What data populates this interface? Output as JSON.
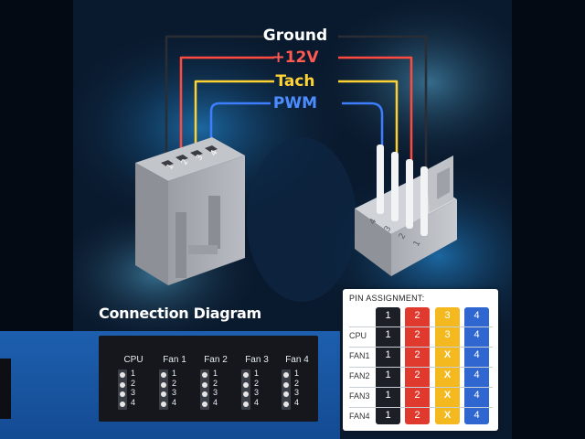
{
  "wire_labels": [
    {
      "text": "Ground",
      "color": "#ffffff"
    },
    {
      "text": "+12V",
      "color": "#ff5a52"
    },
    {
      "text": "Tach",
      "color": "#ffd234"
    },
    {
      "text": "PWM",
      "color": "#4d8cff"
    }
  ],
  "diagram_title": "Connection Diagram",
  "connector_pin_numbers": [
    "1",
    "2",
    "3",
    "4"
  ],
  "headers": [
    {
      "name": "CPU",
      "pins": [
        "1",
        "2",
        "3",
        "4"
      ]
    },
    {
      "name": "Fan 1",
      "pins": [
        "1",
        "2",
        "3",
        "4"
      ]
    },
    {
      "name": "Fan 2",
      "pins": [
        "1",
        "2",
        "3",
        "4"
      ]
    },
    {
      "name": "Fan 3",
      "pins": [
        "1",
        "2",
        "3",
        "4"
      ]
    },
    {
      "name": "Fan 4",
      "pins": [
        "1",
        "2",
        "3",
        "4"
      ]
    }
  ],
  "pin_table": {
    "title": "PIN ASSIGNMENT:",
    "columns": [
      {
        "label": "1",
        "color": "#1d1f26"
      },
      {
        "label": "2",
        "color": "#e03a2f"
      },
      {
        "label": "3",
        "color": "#f4b91f"
      },
      {
        "label": "4",
        "color": "#2f66cf"
      }
    ],
    "rows": [
      {
        "label": "CPU",
        "cells": [
          "1",
          "2",
          "3",
          "4"
        ]
      },
      {
        "label": "FAN1",
        "cells": [
          "1",
          "2",
          "X",
          "4"
        ]
      },
      {
        "label": "FAN2",
        "cells": [
          "1",
          "2",
          "X",
          "4"
        ]
      },
      {
        "label": "FAN3",
        "cells": [
          "1",
          "2",
          "X",
          "4"
        ]
      },
      {
        "label": "FAN4",
        "cells": [
          "1",
          "2",
          "X",
          "4"
        ]
      }
    ]
  }
}
